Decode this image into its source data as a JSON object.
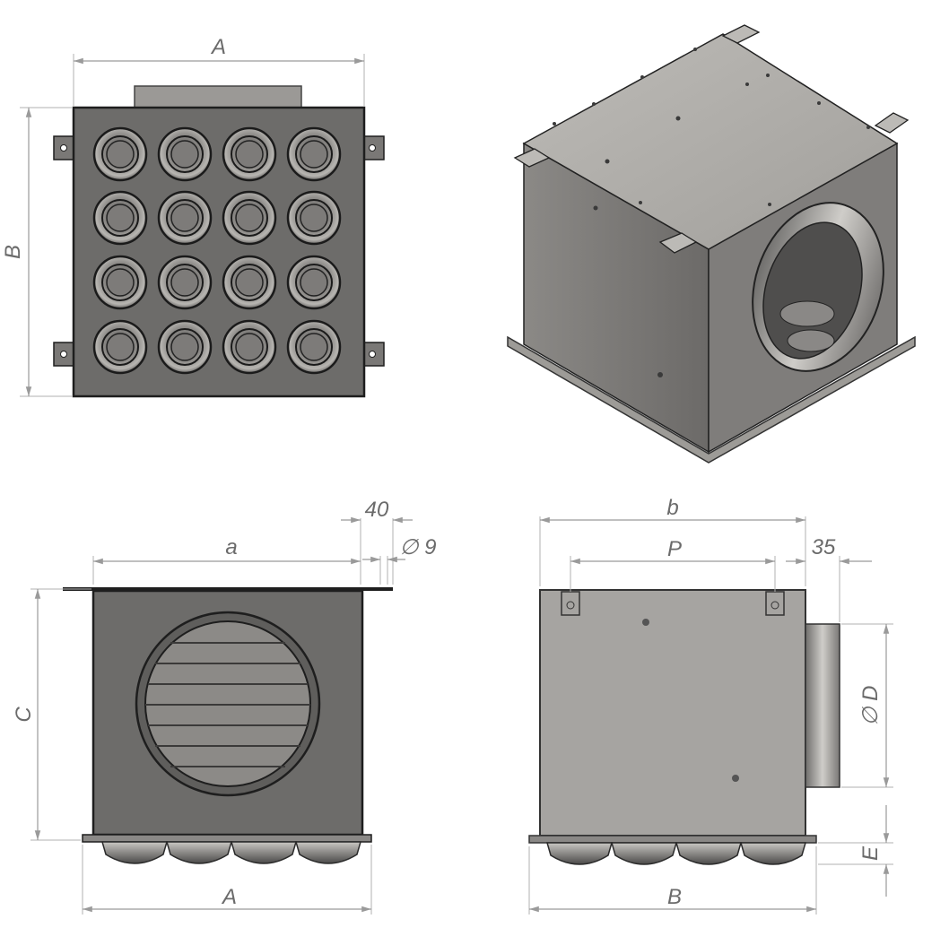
{
  "dimensions": {
    "front_width": "A",
    "front_height": "B",
    "bottom_width": "A",
    "side_bottom_width": "B",
    "box_depth": "a",
    "flange_offset": "40",
    "hole_diameter": "∅ 9",
    "side_total": "b",
    "bracket_pitch": "P",
    "collar_length": "35",
    "box_height": "C",
    "collar_diameter": "∅ D",
    "nozzle_height": "E"
  },
  "colors": {
    "panel_dark": "#6d6c6a",
    "panel_mid": "#7f7d7b",
    "panel_light": "#a6a4a1",
    "outline": "#1e1e1e",
    "dimension": "#9a9a9a"
  }
}
